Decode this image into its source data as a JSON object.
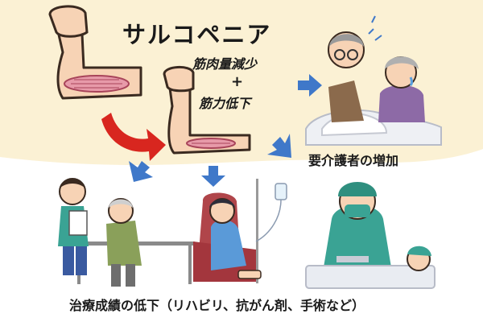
{
  "diagram": {
    "title": "サルコペニア",
    "muscle_loss": "筋肉量減少",
    "plus_sign": "+",
    "strength_loss": "筋力低下",
    "care_increase": "要介護者の増加",
    "treatment_decline": "治療成績の低下（リハビリ、抗がん剤、手術など）"
  },
  "colors": {
    "background_blob": "#fbf1d4",
    "skin": "#f7d3b5",
    "muscle": "#e79aa9",
    "red_arrow": "#d8261f",
    "blue_arrow": "#3f78c9",
    "medical_green": "#3aa394",
    "bed_white": "#eef0f4"
  }
}
